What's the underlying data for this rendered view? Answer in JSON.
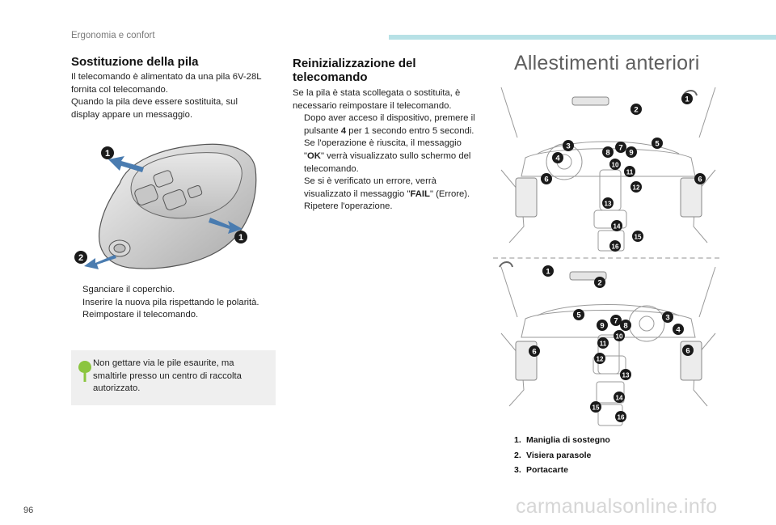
{
  "header": {
    "section": "Ergonomia e confort"
  },
  "page_number": "96",
  "watermark": "carmanualsonline.info",
  "battery": {
    "title": "Sostituzione della pila",
    "lines": [
      "Il telecomando è alimentato da una pila 6V-28L",
      "fornita col telecomando.",
      "Quando la pila deve essere sostituita, sul",
      "display appare un messaggio."
    ],
    "steps": [
      "Sganciare il coperchio.",
      "Inserire la nuova pila rispettando le polarità.",
      "Reimpostare il telecomando."
    ],
    "note_lines": [
      "Non gettare via le pile esaurite, ma",
      "smaltirle presso un centro di raccolta",
      "autorizzato."
    ],
    "diagram_labels": [
      "1",
      "1",
      "2"
    ]
  },
  "reset": {
    "title_line1": "Reinizializzazione del",
    "title_line2": "telecomando",
    "intro_lines": [
      "Se la pila è stata scollegata o sostituita, è",
      "necessario reimpostare il telecomando."
    ],
    "step1": {
      "line1": "Dopo aver acceso il dispositivo, premere il",
      "line2_before": "pulsante ",
      "line2_bold": "4",
      "line2_after": " per 1 secondo entro 5 secondi.",
      "line3": "Se l'operazione è riuscita, il messaggio",
      "line4_before": "\"",
      "line4_bold": "OK",
      "line4_after": "\" verrà visualizzato sullo schermo del",
      "line5": "telecomando.",
      "line6": "Se si è verificato un errore, verrà",
      "line7_before": "visualizzato il messaggio \"",
      "line7_bold": "FAIL",
      "line7_after": "\" (Errore)."
    },
    "step2": "Ripetere l'operazione."
  },
  "front": {
    "title": "Allestimenti anteriori",
    "callouts_top": [
      "1",
      "2",
      "3",
      "4",
      "5",
      "6",
      "6",
      "7",
      "8",
      "9",
      "10",
      "11",
      "12",
      "13",
      "14",
      "15",
      "16"
    ],
    "callouts_bottom": [
      "1",
      "2",
      "3",
      "4",
      "5",
      "6",
      "6",
      "7",
      "8",
      "9",
      "10",
      "11",
      "12",
      "13",
      "14",
      "15",
      "16"
    ],
    "legend": [
      {
        "num": "1.",
        "label": "Maniglia di sostegno"
      },
      {
        "num": "2.",
        "label": "Visiera parasole"
      },
      {
        "num": "3.",
        "label": "Portacarte"
      }
    ]
  },
  "colors": {
    "callout": "#1a1a1a",
    "header_bar": "#b7e1e6",
    "note_bg": "#efefef",
    "leaf": "#8bc53f"
  },
  "bullet_glyph": "",
  "icons": {
    "note": "leaf-icon"
  }
}
